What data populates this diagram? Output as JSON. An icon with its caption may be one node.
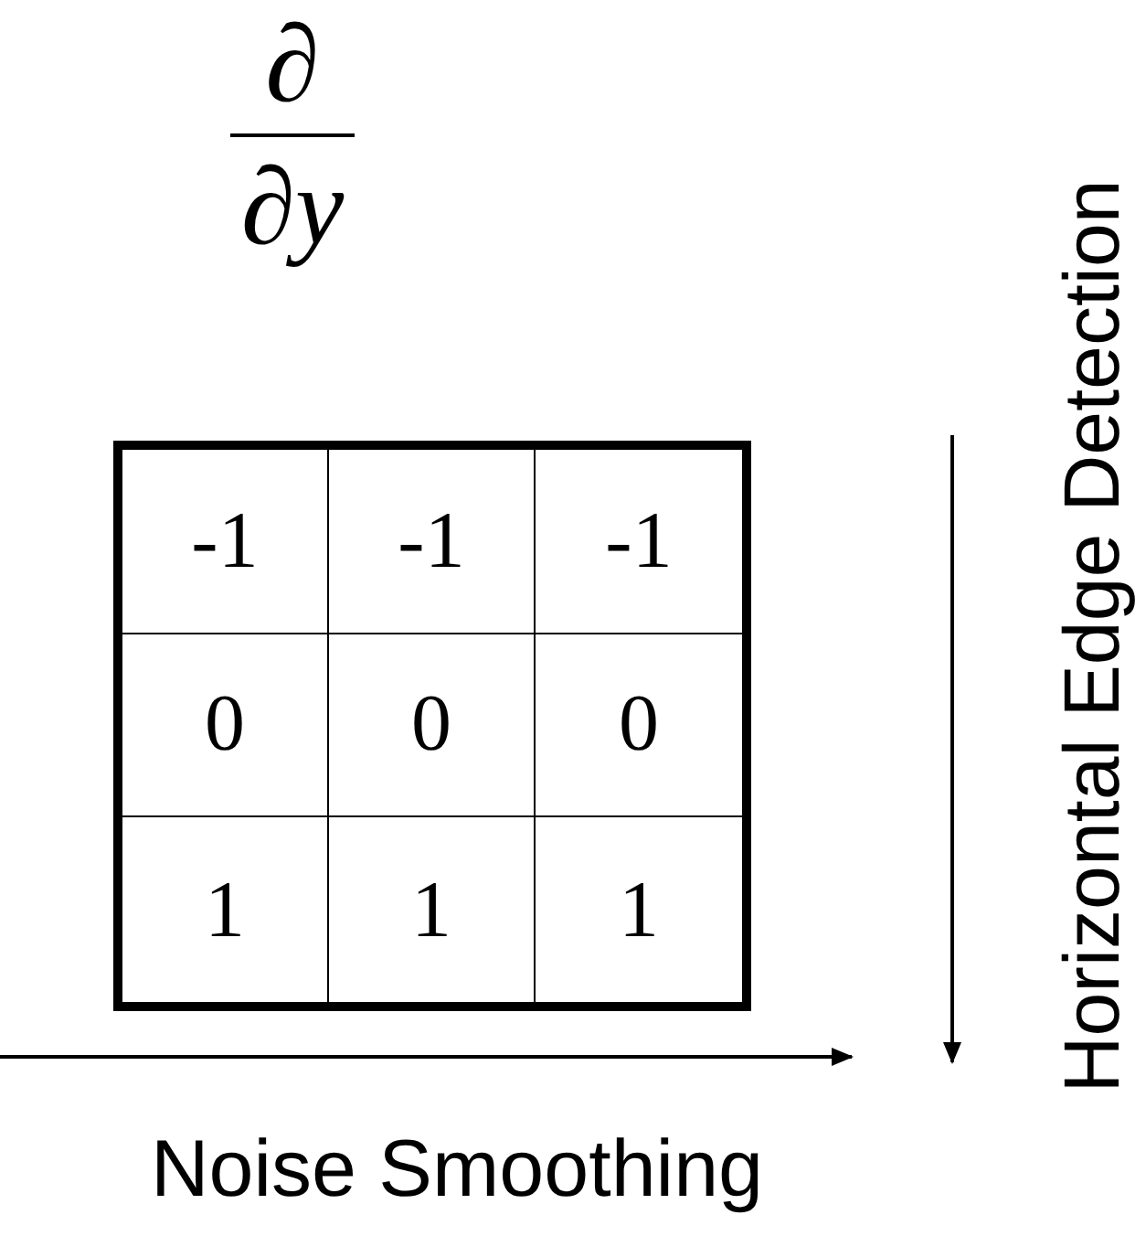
{
  "diagram": {
    "labels": [
      "∂",
      "∂y",
      "-1",
      "-1",
      "-1",
      "0",
      "0",
      "0",
      "1",
      "1",
      "1",
      "Noise Smoothing",
      "Horizontal Edge Detection"
    ]
  }
}
